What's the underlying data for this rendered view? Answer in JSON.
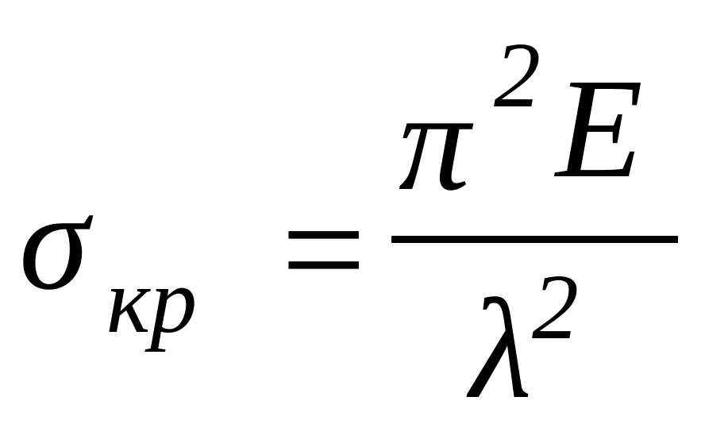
{
  "formula": {
    "lhs": {
      "symbol": "σ",
      "subscript": "кр"
    },
    "operator": "=",
    "numerator": {
      "base": "π",
      "exponent": "2",
      "factor": "E"
    },
    "denominator": {
      "base": "λ",
      "exponent": "2"
    }
  }
}
